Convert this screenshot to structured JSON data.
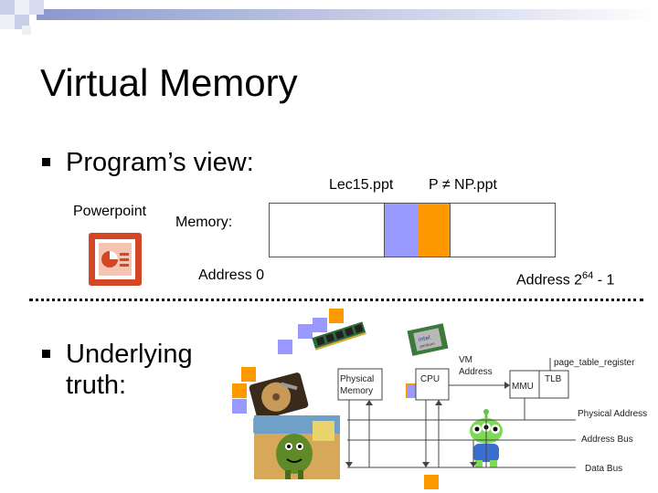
{
  "slide": {
    "title": "Virtual Memory",
    "bullets": [
      "Program’s view:",
      "Underlying truth:"
    ]
  },
  "program_view": {
    "powerpoint_label": "Powerpoint",
    "memory_label": "Memory:",
    "file_a": "Lec15.ppt",
    "file_b": "P ≠ NP.ppt",
    "address_start": "Address 0",
    "address_end_base": "Address 2",
    "address_end_exp": "64",
    "address_end_tail": " - 1"
  },
  "truth_diagram": {
    "physical_memory": "Physical Memory",
    "cpu": "CPU",
    "vm_address": "VM Address",
    "page_table_register": "page_table_register",
    "mmu": "MMU",
    "tlb": "TLB",
    "physical_address": "Physical Address",
    "address_bus": "Address Bus",
    "data_bus": "Data Bus"
  },
  "colors": {
    "lavender": "#9999ff",
    "orange": "#ff9900",
    "header_gradient_start": "#8090c8",
    "powerpoint_orange": "#d24726"
  }
}
